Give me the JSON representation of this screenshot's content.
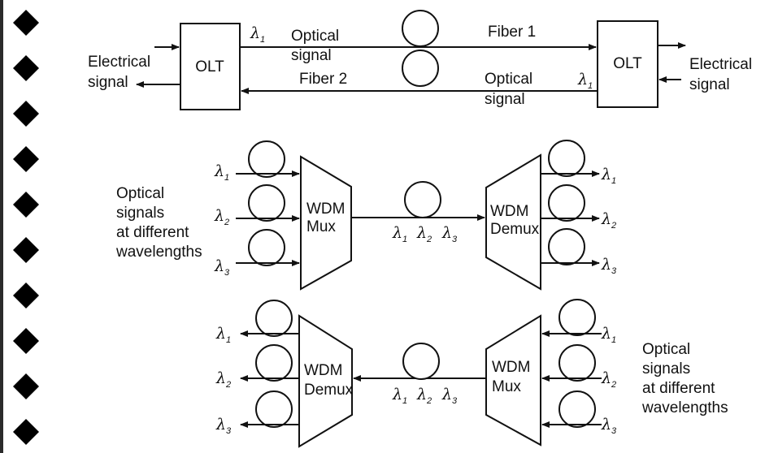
{
  "colors": {
    "ink": "#111111",
    "ornament": "#2b2b2b",
    "background": "#ffffff"
  },
  "top": {
    "olt_left": "OLT",
    "olt_right": "OLT",
    "electrical_left": [
      "Electrical",
      "signal"
    ],
    "electrical_right": [
      "Electrical",
      "signal"
    ],
    "optical_top": [
      "Optical",
      "signal"
    ],
    "optical_bottom": [
      "Optical",
      "signal"
    ],
    "fiber1": "Fiber 1",
    "fiber2": "Fiber 2",
    "lambda_sym": "λ",
    "lambda_sub": "1"
  },
  "middle": {
    "mux": [
      "WDM",
      "Mux"
    ],
    "demux": [
      "WDM",
      "Demux"
    ],
    "caption": [
      "Optical",
      "signals",
      "at different",
      "wavelengths"
    ],
    "subs": [
      "1",
      "2",
      "3"
    ]
  },
  "bottom": {
    "mux": [
      "WDM",
      "Mux"
    ],
    "demux": [
      "WDM",
      "Demux"
    ],
    "caption": [
      "Optical",
      "signals",
      "at different",
      "wavelengths"
    ],
    "subs": [
      "1",
      "2",
      "3"
    ]
  }
}
